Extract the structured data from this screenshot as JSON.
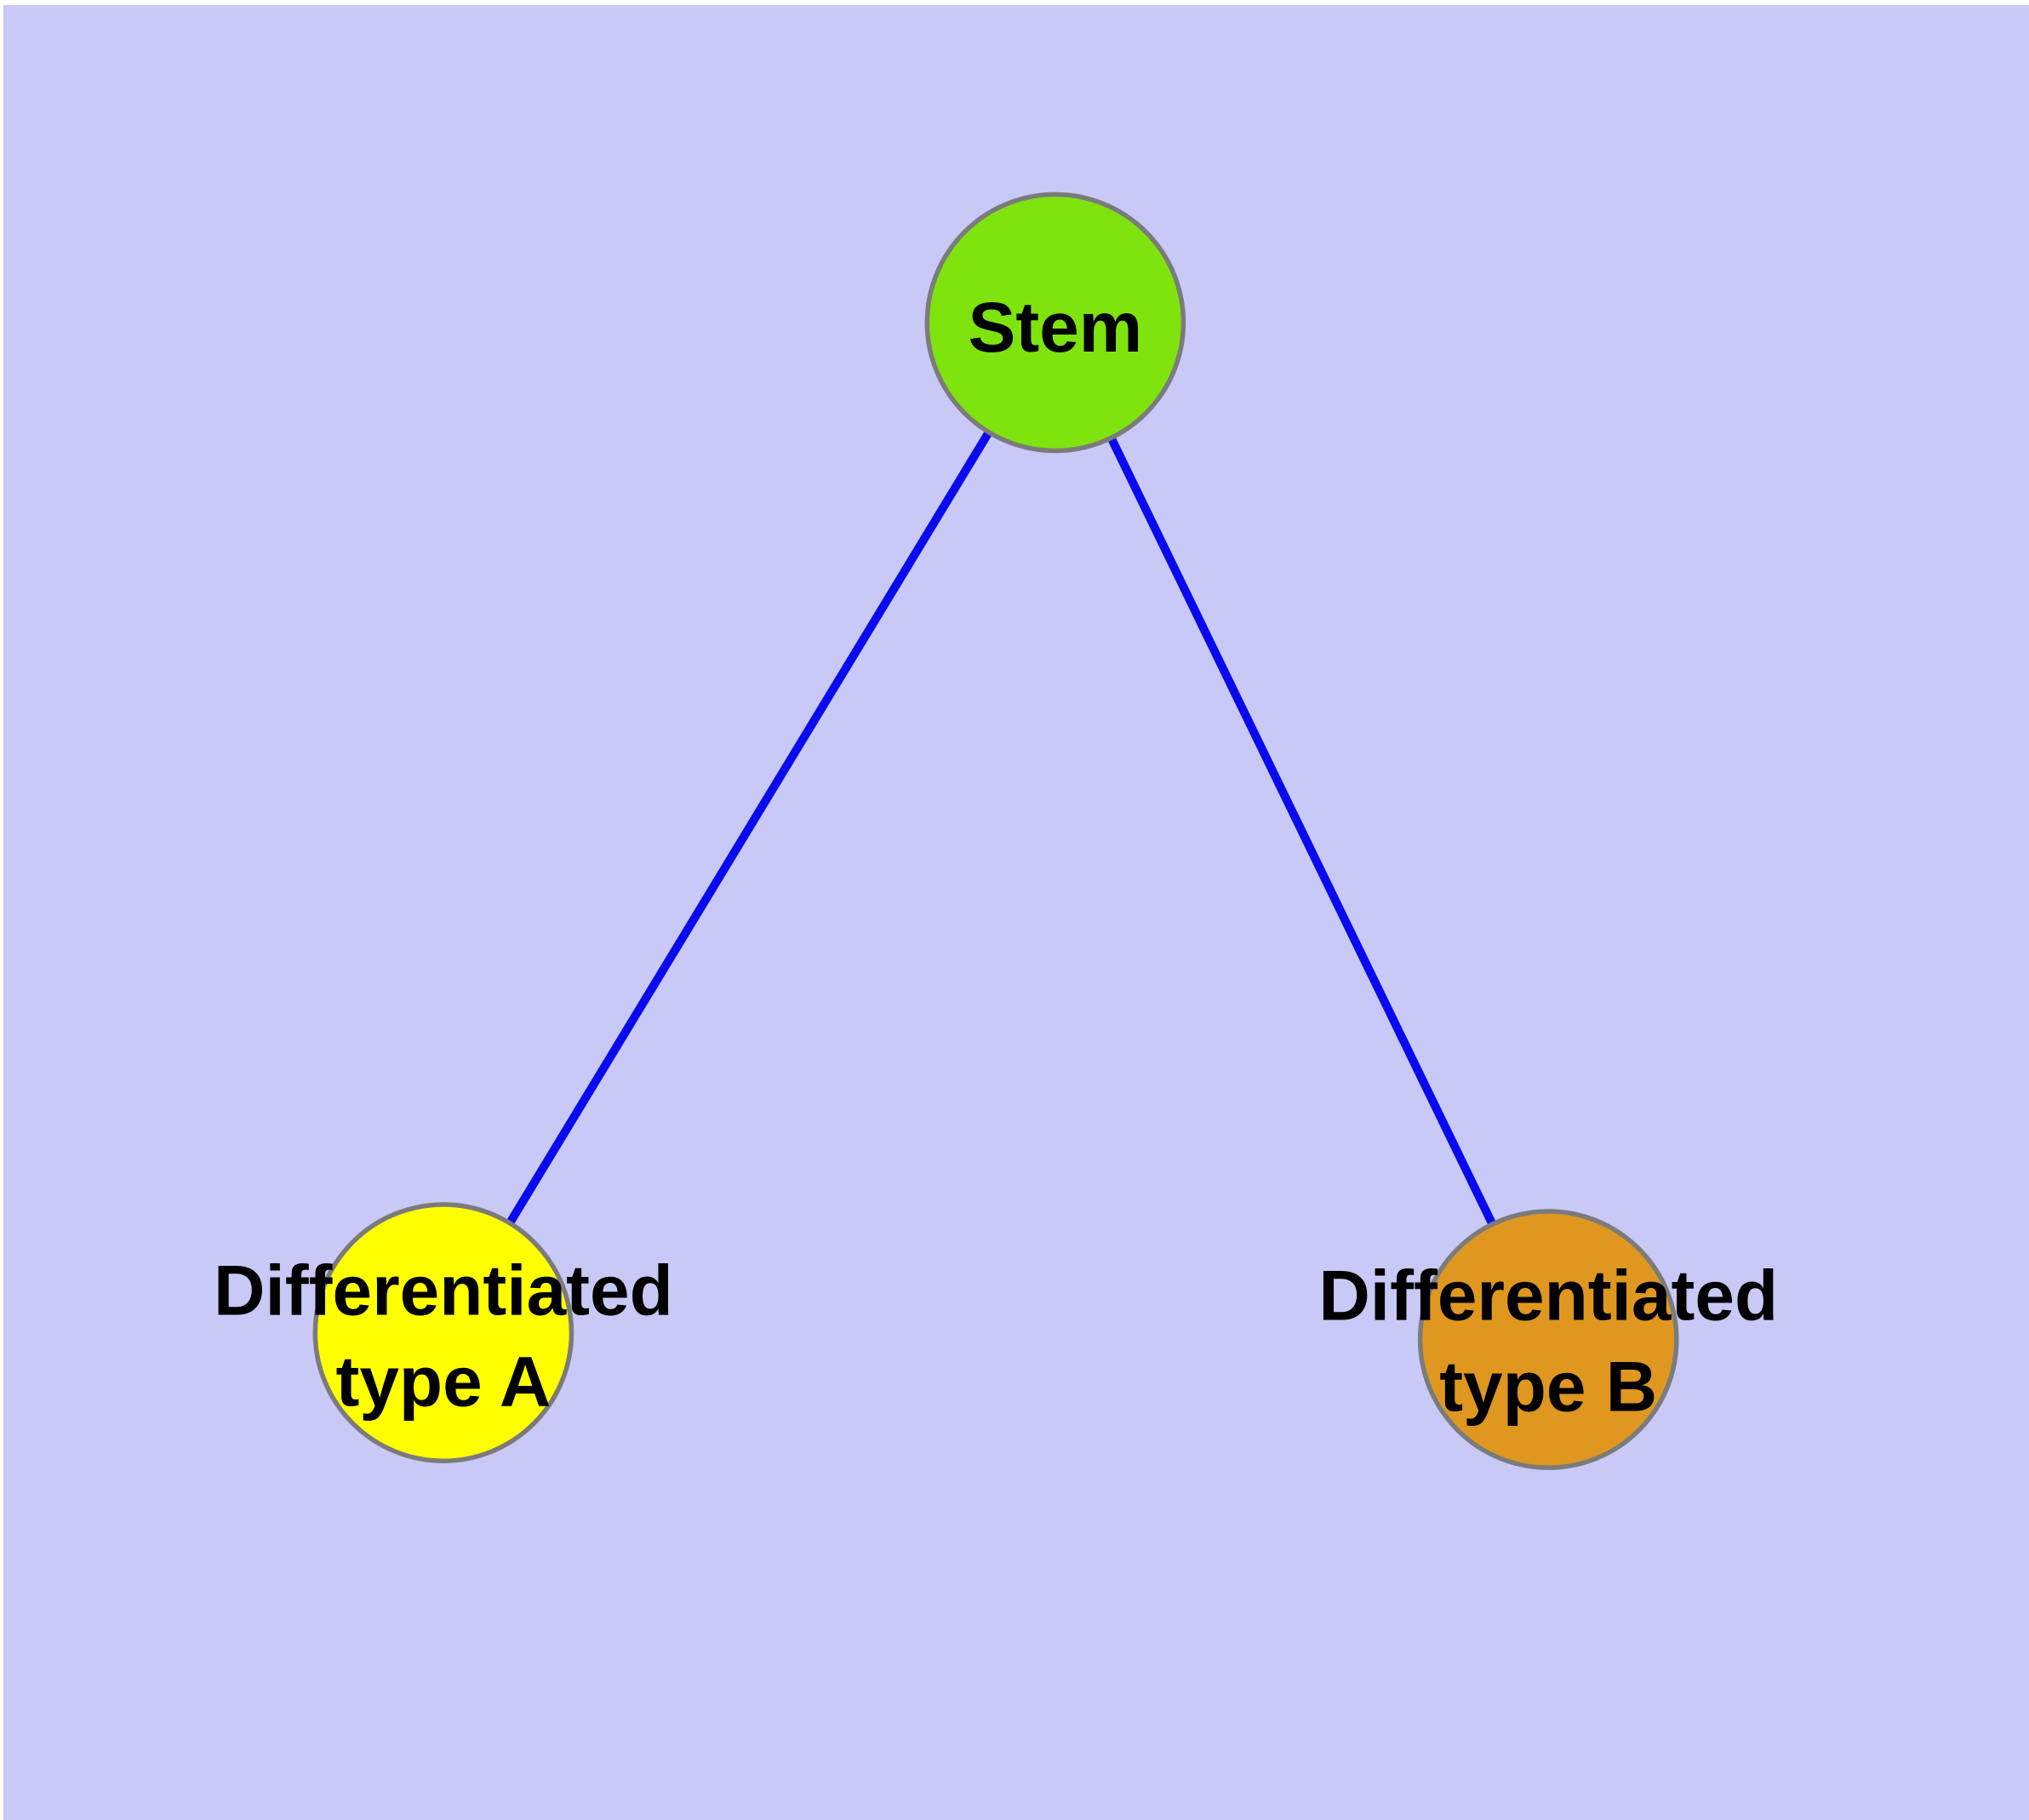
{
  "colors": {
    "background": "#c9c9f7",
    "frame_edge": "#ffffff",
    "edge": "#0a0aee",
    "node_border": "#7b7b7b",
    "label_text": "#000000"
  },
  "diagram": {
    "type": "node-link-graph",
    "nodes": {
      "stem": {
        "label": "Stem",
        "fill": "#7fe30e"
      },
      "type_a": {
        "label": "Differentiated type A",
        "label_lines": [
          "Differentiated",
          "type A"
        ],
        "fill": "#ffff00"
      },
      "type_b": {
        "label": "Differentiated type B",
        "label_lines": [
          "Differentiated",
          "type B"
        ],
        "fill": "#e0971f"
      }
    },
    "edges": [
      {
        "from": "Stem",
        "to": "Differentiated type A"
      },
      {
        "from": "Stem",
        "to": "Differentiated type B"
      }
    ]
  }
}
